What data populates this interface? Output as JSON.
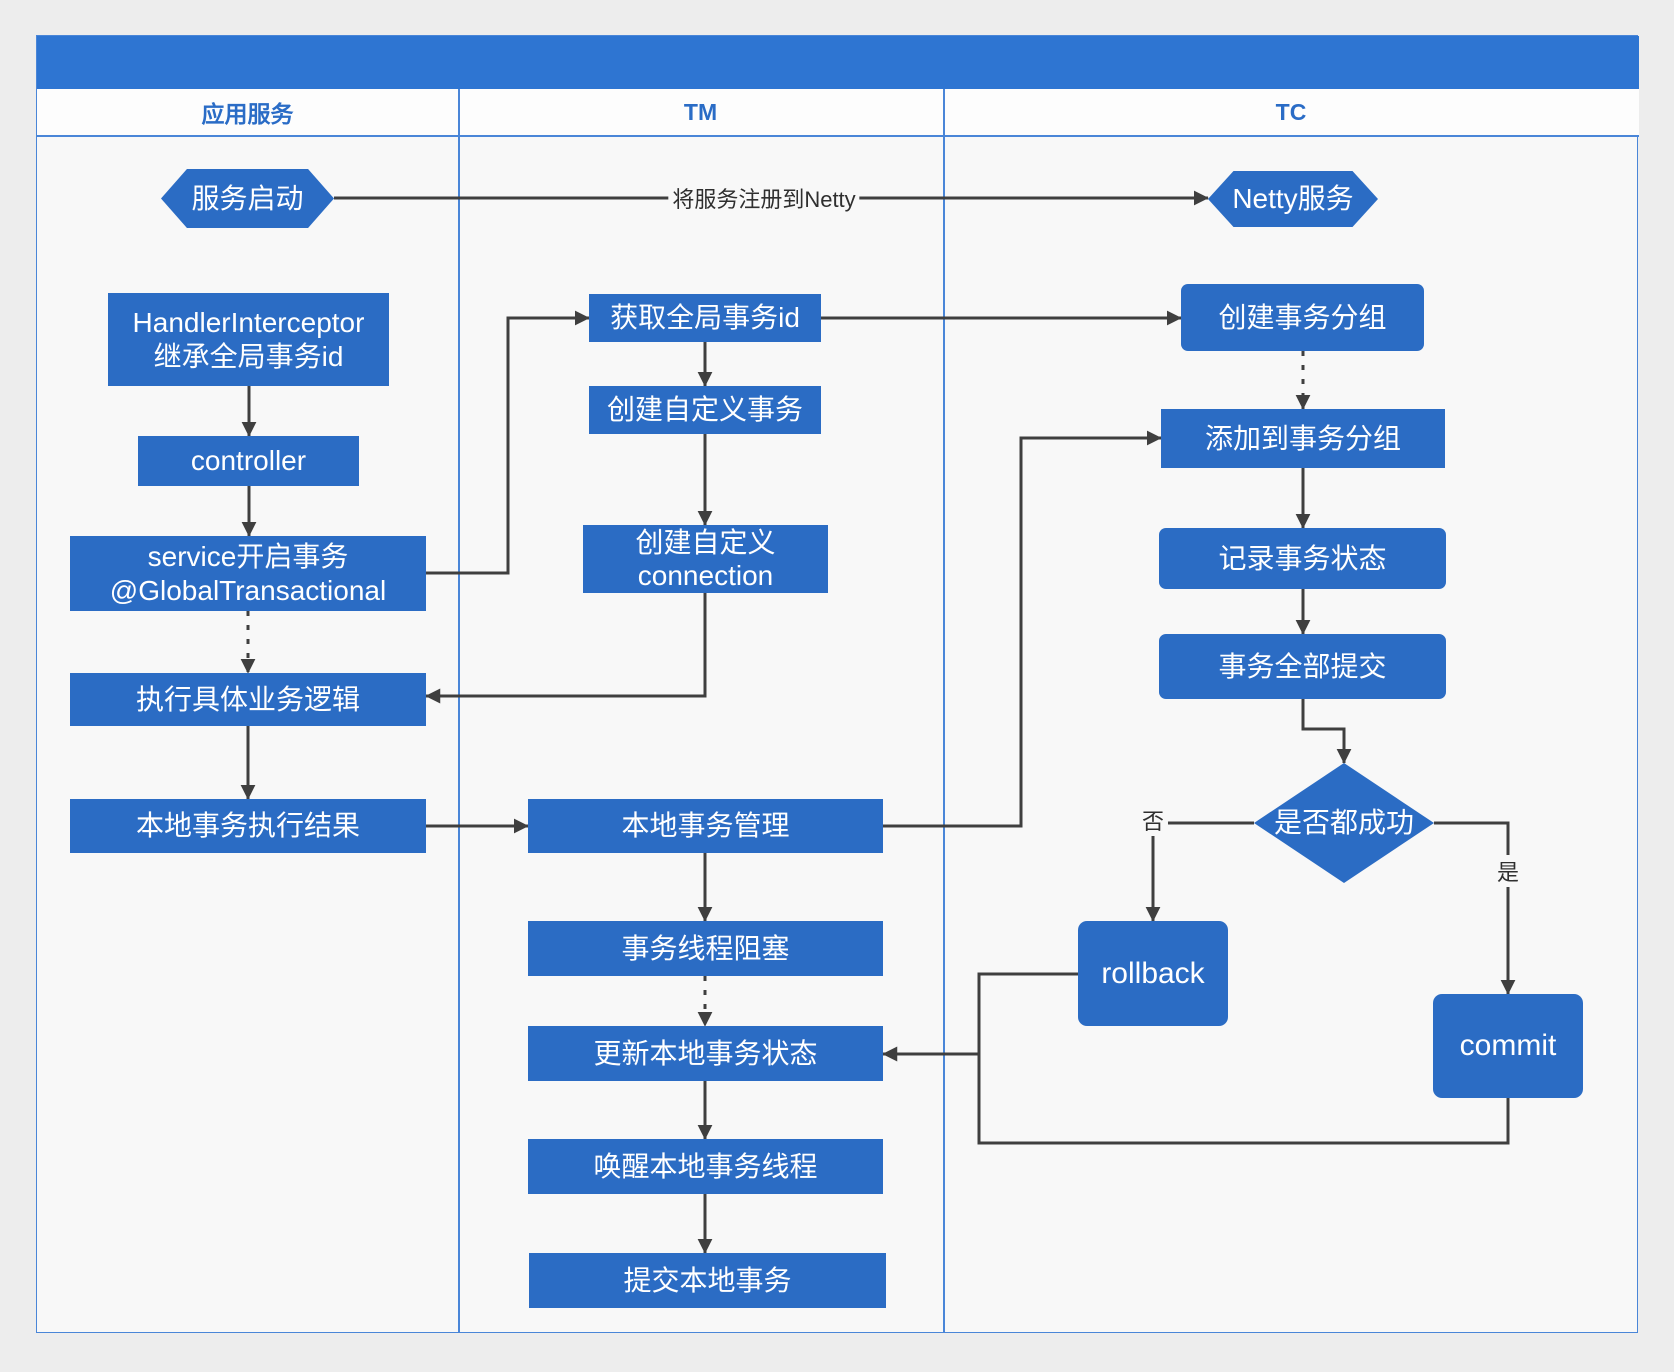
{
  "lanes": {
    "app": "应用服务",
    "tm": "TM",
    "tc": "TC"
  },
  "nodes": {
    "service_start": "服务启动",
    "netty_service": "Netty服务",
    "handler_interceptor_line1": "HandlerInterceptor",
    "handler_interceptor_line2": "继承全局事务id",
    "controller": "controller",
    "service_line1": "service开启事务",
    "service_line2": "@GlobalTransactional",
    "execute_business": "执行具体业务逻辑",
    "local_tx_result": "本地事务执行结果",
    "get_global_txid": "获取全局事务id",
    "create_custom_tx": "创建自定义事务",
    "create_custom_conn_line1": "创建自定义",
    "create_custom_conn_line2": "connection",
    "local_tx_mgmt": "本地事务管理",
    "tx_thread_block": "事务线程阻塞",
    "update_local_tx_state": "更新本地事务状态",
    "wake_local_tx_thread": "唤醒本地事务线程",
    "commit_local_tx": "提交本地事务",
    "create_tx_group": "创建事务分组",
    "add_to_tx_group": "添加到事务分组",
    "record_tx_state": "记录事务状态",
    "tx_all_commit": "事务全部提交",
    "all_success_decision": "是否都成功",
    "rollback": "rollback",
    "commit": "commit"
  },
  "edge_labels": {
    "register_to_netty": "将服务注册到Netty",
    "no": "否",
    "yes": "是"
  },
  "colors": {
    "title_bar": "#2e75d2",
    "node_fill": "#2b6cc4",
    "lane_border": "#4a86d8",
    "connector": "#3f3f3f",
    "lane_label": "#2a6cc6",
    "canvas": "#f8f8f8",
    "page": "#ededed"
  }
}
